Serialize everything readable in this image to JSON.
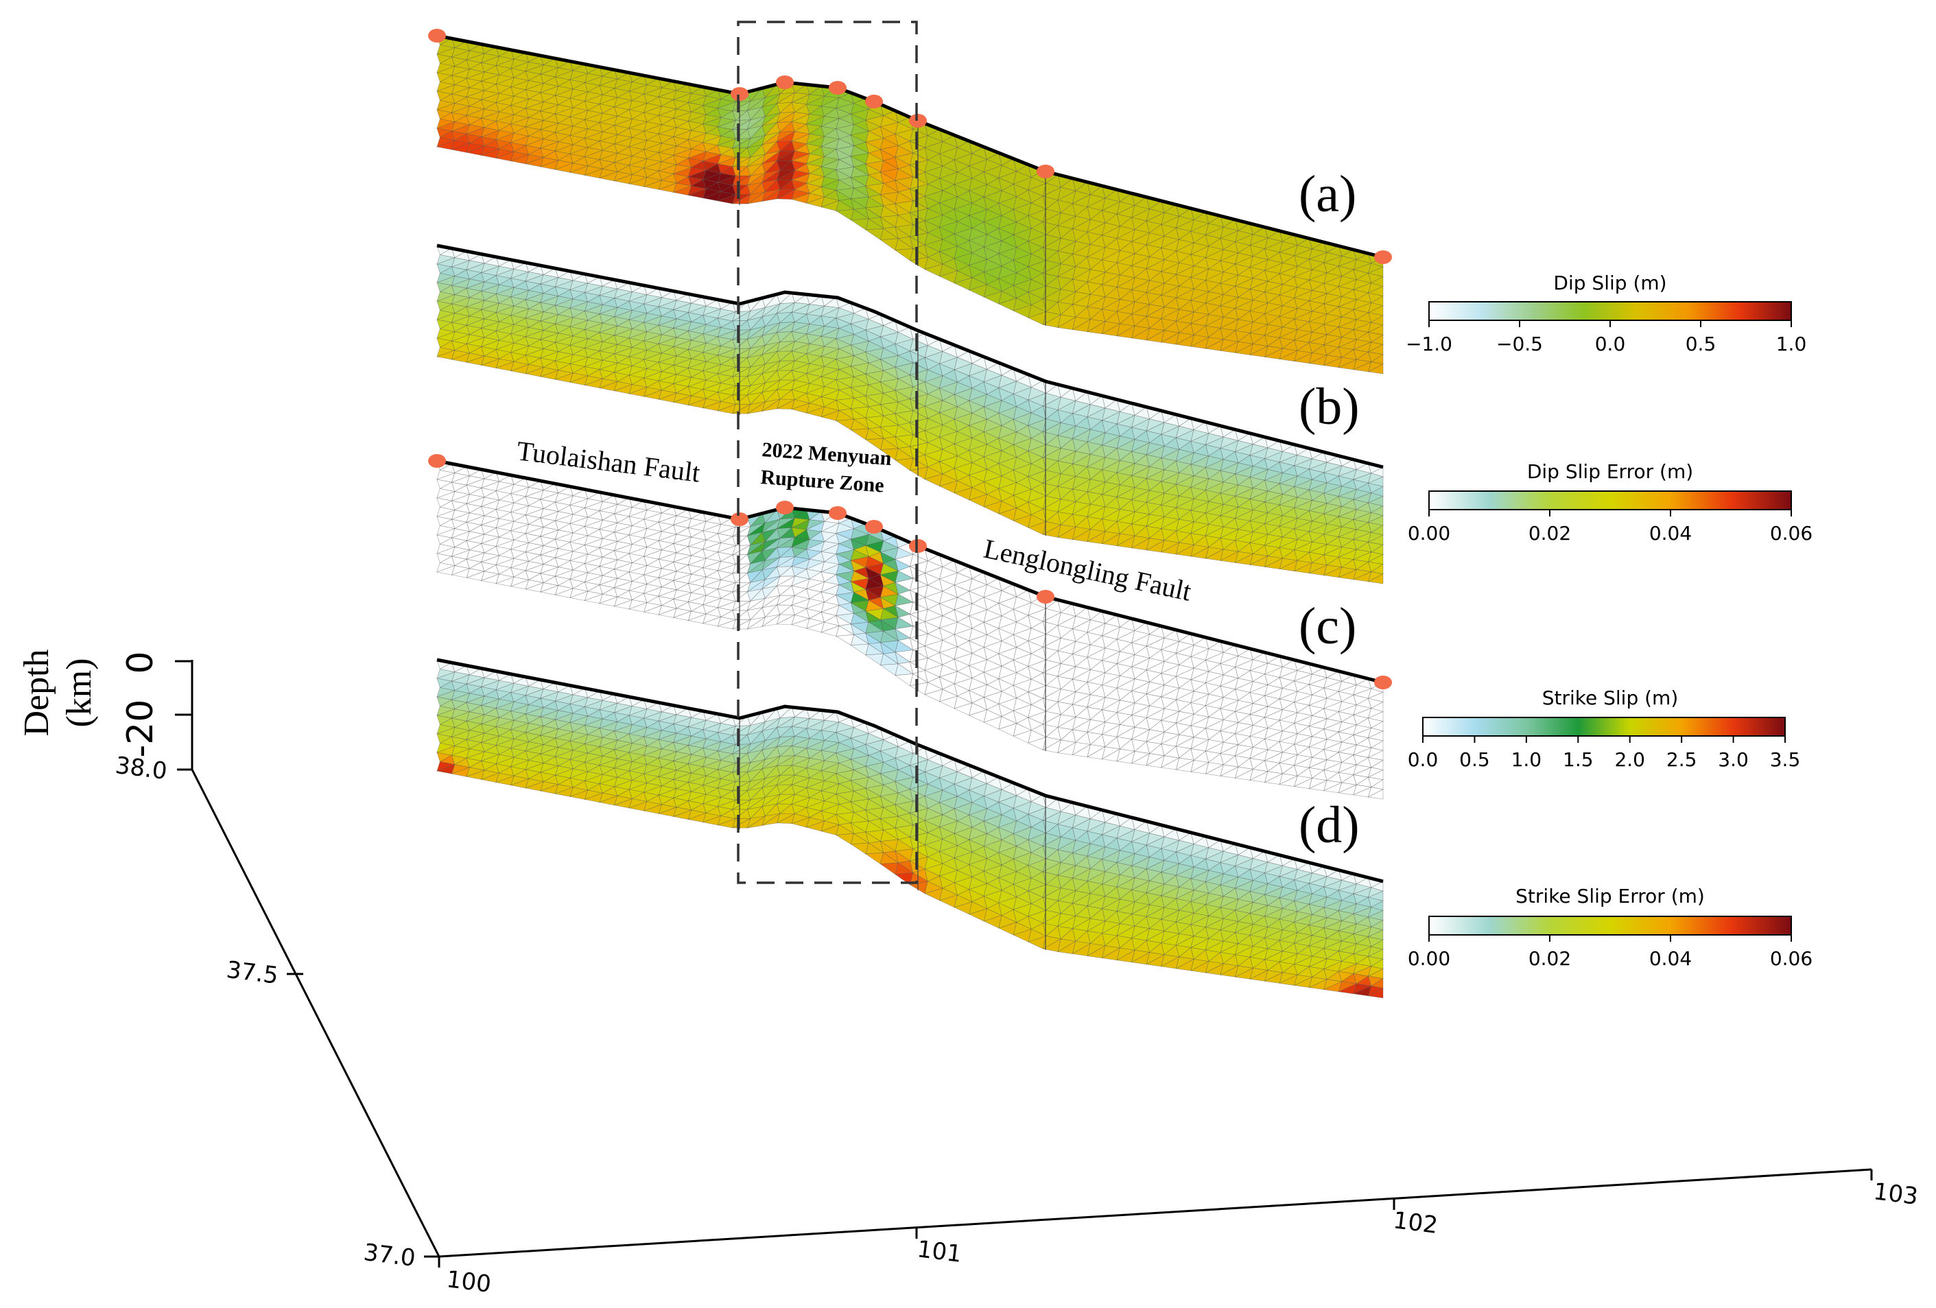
{
  "panels": [
    {
      "label": "(a)",
      "mode": "dipslip"
    },
    {
      "label": "(b)",
      "mode": "dipslip_err"
    },
    {
      "label": "(c)",
      "mode": "strikeslip"
    },
    {
      "label": "(d)",
      "mode": "strikeslip_err"
    }
  ],
  "annotations": {
    "tuolaishan": "Tuolaishan Fault",
    "menyuan_line1": "2022 Menyuan",
    "menyuan_line2": "Rupture Zone",
    "lenglongling": "Lenglongling Fault"
  },
  "axes": {
    "depth_title_line1": "Depth",
    "depth_title_line2": "(km)",
    "depth_ticks": [
      "0",
      "-20"
    ],
    "lat_ticks": [
      "38.0",
      "37.5",
      "37.0"
    ],
    "lon_ticks": [
      "100",
      "101",
      "102",
      "103"
    ]
  },
  "colorbars": [
    {
      "title": "Dip Slip (m)",
      "ticks": [
        "−1.0",
        "−0.5",
        "0.0",
        "0.5",
        "1.0"
      ],
      "stops": [
        "#ffffff",
        "#bfe5ef",
        "#9fcf8e",
        "#8fc31f",
        "#d9c000",
        "#f39800",
        "#e8380d",
        "#7a0c12"
      ]
    },
    {
      "title": "Dip Slip Error (m)",
      "ticks": [
        "0.00",
        "0.02",
        "0.04",
        "0.06"
      ],
      "stops": [
        "#ffffff",
        "#9ed6cf",
        "#b6d53a",
        "#d5d400",
        "#f3a400",
        "#e8380d",
        "#7a0c12"
      ]
    },
    {
      "title": "Strike Slip (m)",
      "ticks": [
        "0.0",
        "0.5",
        "1.0",
        "1.5",
        "2.0",
        "2.5",
        "3.0",
        "3.5"
      ],
      "stops": [
        "#ffffff",
        "#a8dcef",
        "#7cc6a2",
        "#1f9a3a",
        "#c8d400",
        "#f3a400",
        "#e8380d",
        "#7a0c12"
      ]
    },
    {
      "title": "Strike Slip Error (m)",
      "ticks": [
        "0.00",
        "0.02",
        "0.04",
        "0.06"
      ],
      "stops": [
        "#ffffff",
        "#9ed6cf",
        "#b6d53a",
        "#d5d400",
        "#f3a400",
        "#e8380d",
        "#7a0c12"
      ]
    }
  ],
  "colors": {
    "trace": "#000000",
    "mesh_line": "#555555",
    "vertex_marker": "#f36c4a",
    "dashed_box": "#333333"
  }
}
